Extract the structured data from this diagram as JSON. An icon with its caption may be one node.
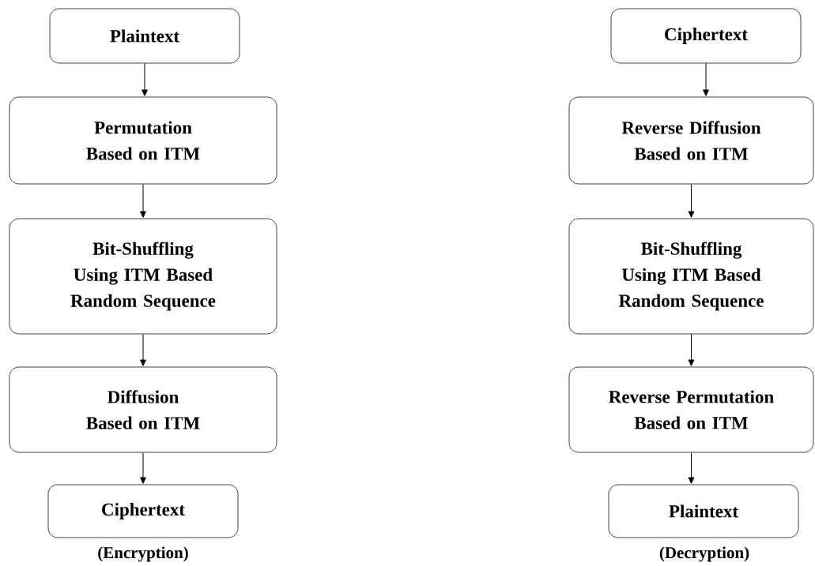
{
  "diagram": {
    "nodes": [
      {
        "text": [
          "Plaintext"
        ]
      },
      {
        "text": [
          "Permutation Based on ITM"
        ]
      },
      {
        "text": [
          "Bit-Shuffling Using ITM Based Random Sequence"
        ]
      },
      {
        "text": [
          "Diffusion Based on ITM"
        ]
      },
      {
        "text": [
          "Ciphertext"
        ]
      },
      {
        "text": [
          "Ciphertext"
        ]
      },
      {
        "text": [
          "Reverse Diffusion Based on ITM"
        ]
      },
      {
        "text": [
          "Bit-Shuffling Using ITM Based Random Sequence"
        ]
      },
      {
        "text": [
          "Reverse Permutation Based on ITM"
        ]
      },
      {
        "text": [
          "Plaintext"
        ]
      }
    ],
    "edges": [
      {
        "from": 0,
        "to": 1,
        "arrow": "to"
      },
      {
        "from": 1,
        "to": 2,
        "arrow": "to"
      },
      {
        "from": 2,
        "to": 3,
        "arrow": "to"
      },
      {
        "from": 3,
        "to": 4,
        "arrow": "to"
      },
      {
        "from": 5,
        "to": 6,
        "arrow": "to"
      },
      {
        "from": 6,
        "to": 7,
        "arrow": "to"
      },
      {
        "from": 7,
        "to": 8,
        "arrow": "to"
      },
      {
        "from": 8,
        "to": 9,
        "arrow": "to"
      }
    ],
    "labels": [
      "(Encryption)",
      "(Decryption)"
    ]
  }
}
